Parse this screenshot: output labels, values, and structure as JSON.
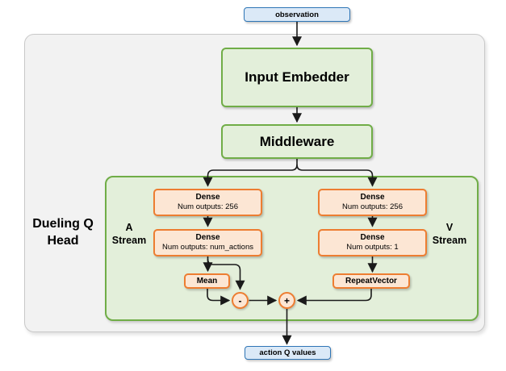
{
  "diagram": {
    "input_node": "observation",
    "output_node": "action Q values",
    "head_label": "Dueling Q Head",
    "input_embedder": "Input Embedder",
    "middleware": "Middleware",
    "a_stream": {
      "label": "A Stream",
      "dense1_title": "Dense",
      "dense1_sub": "Num outputs: 256",
      "dense2_title": "Dense",
      "dense2_sub": "Num outputs: num_actions",
      "mean": "Mean",
      "op": "-"
    },
    "v_stream": {
      "label": "V Stream",
      "dense1_title": "Dense",
      "dense1_sub": "Num outputs: 256",
      "dense2_title": "Dense",
      "dense2_sub": "Num outputs: 1",
      "repeat_vector": "RepeatVector",
      "op": "+"
    }
  },
  "colors": {
    "io_fill": "#dbe9f7",
    "io_border": "#2e75b6",
    "green_fill": "#e3efda",
    "green_border": "#70ad47",
    "orange_fill": "#fce6d4",
    "orange_border": "#ed7d31",
    "container_fill": "#f2f2f2",
    "container_border": "#c9c9c9",
    "arrow": "#1a1a1a"
  }
}
